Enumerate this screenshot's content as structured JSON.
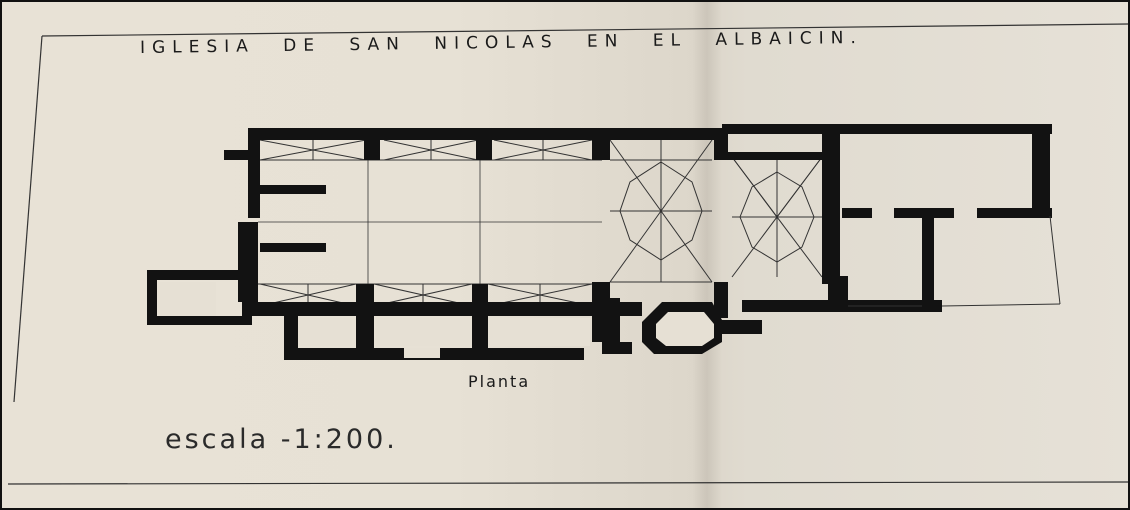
{
  "drawing": {
    "title": "IGLESIA DE SAN NICOLAS EN EL ALBAICIN.",
    "caption": "Planta",
    "scale": "escala -1:200."
  },
  "colors": {
    "paper": "#e8e2d6",
    "ink": "#121212"
  }
}
